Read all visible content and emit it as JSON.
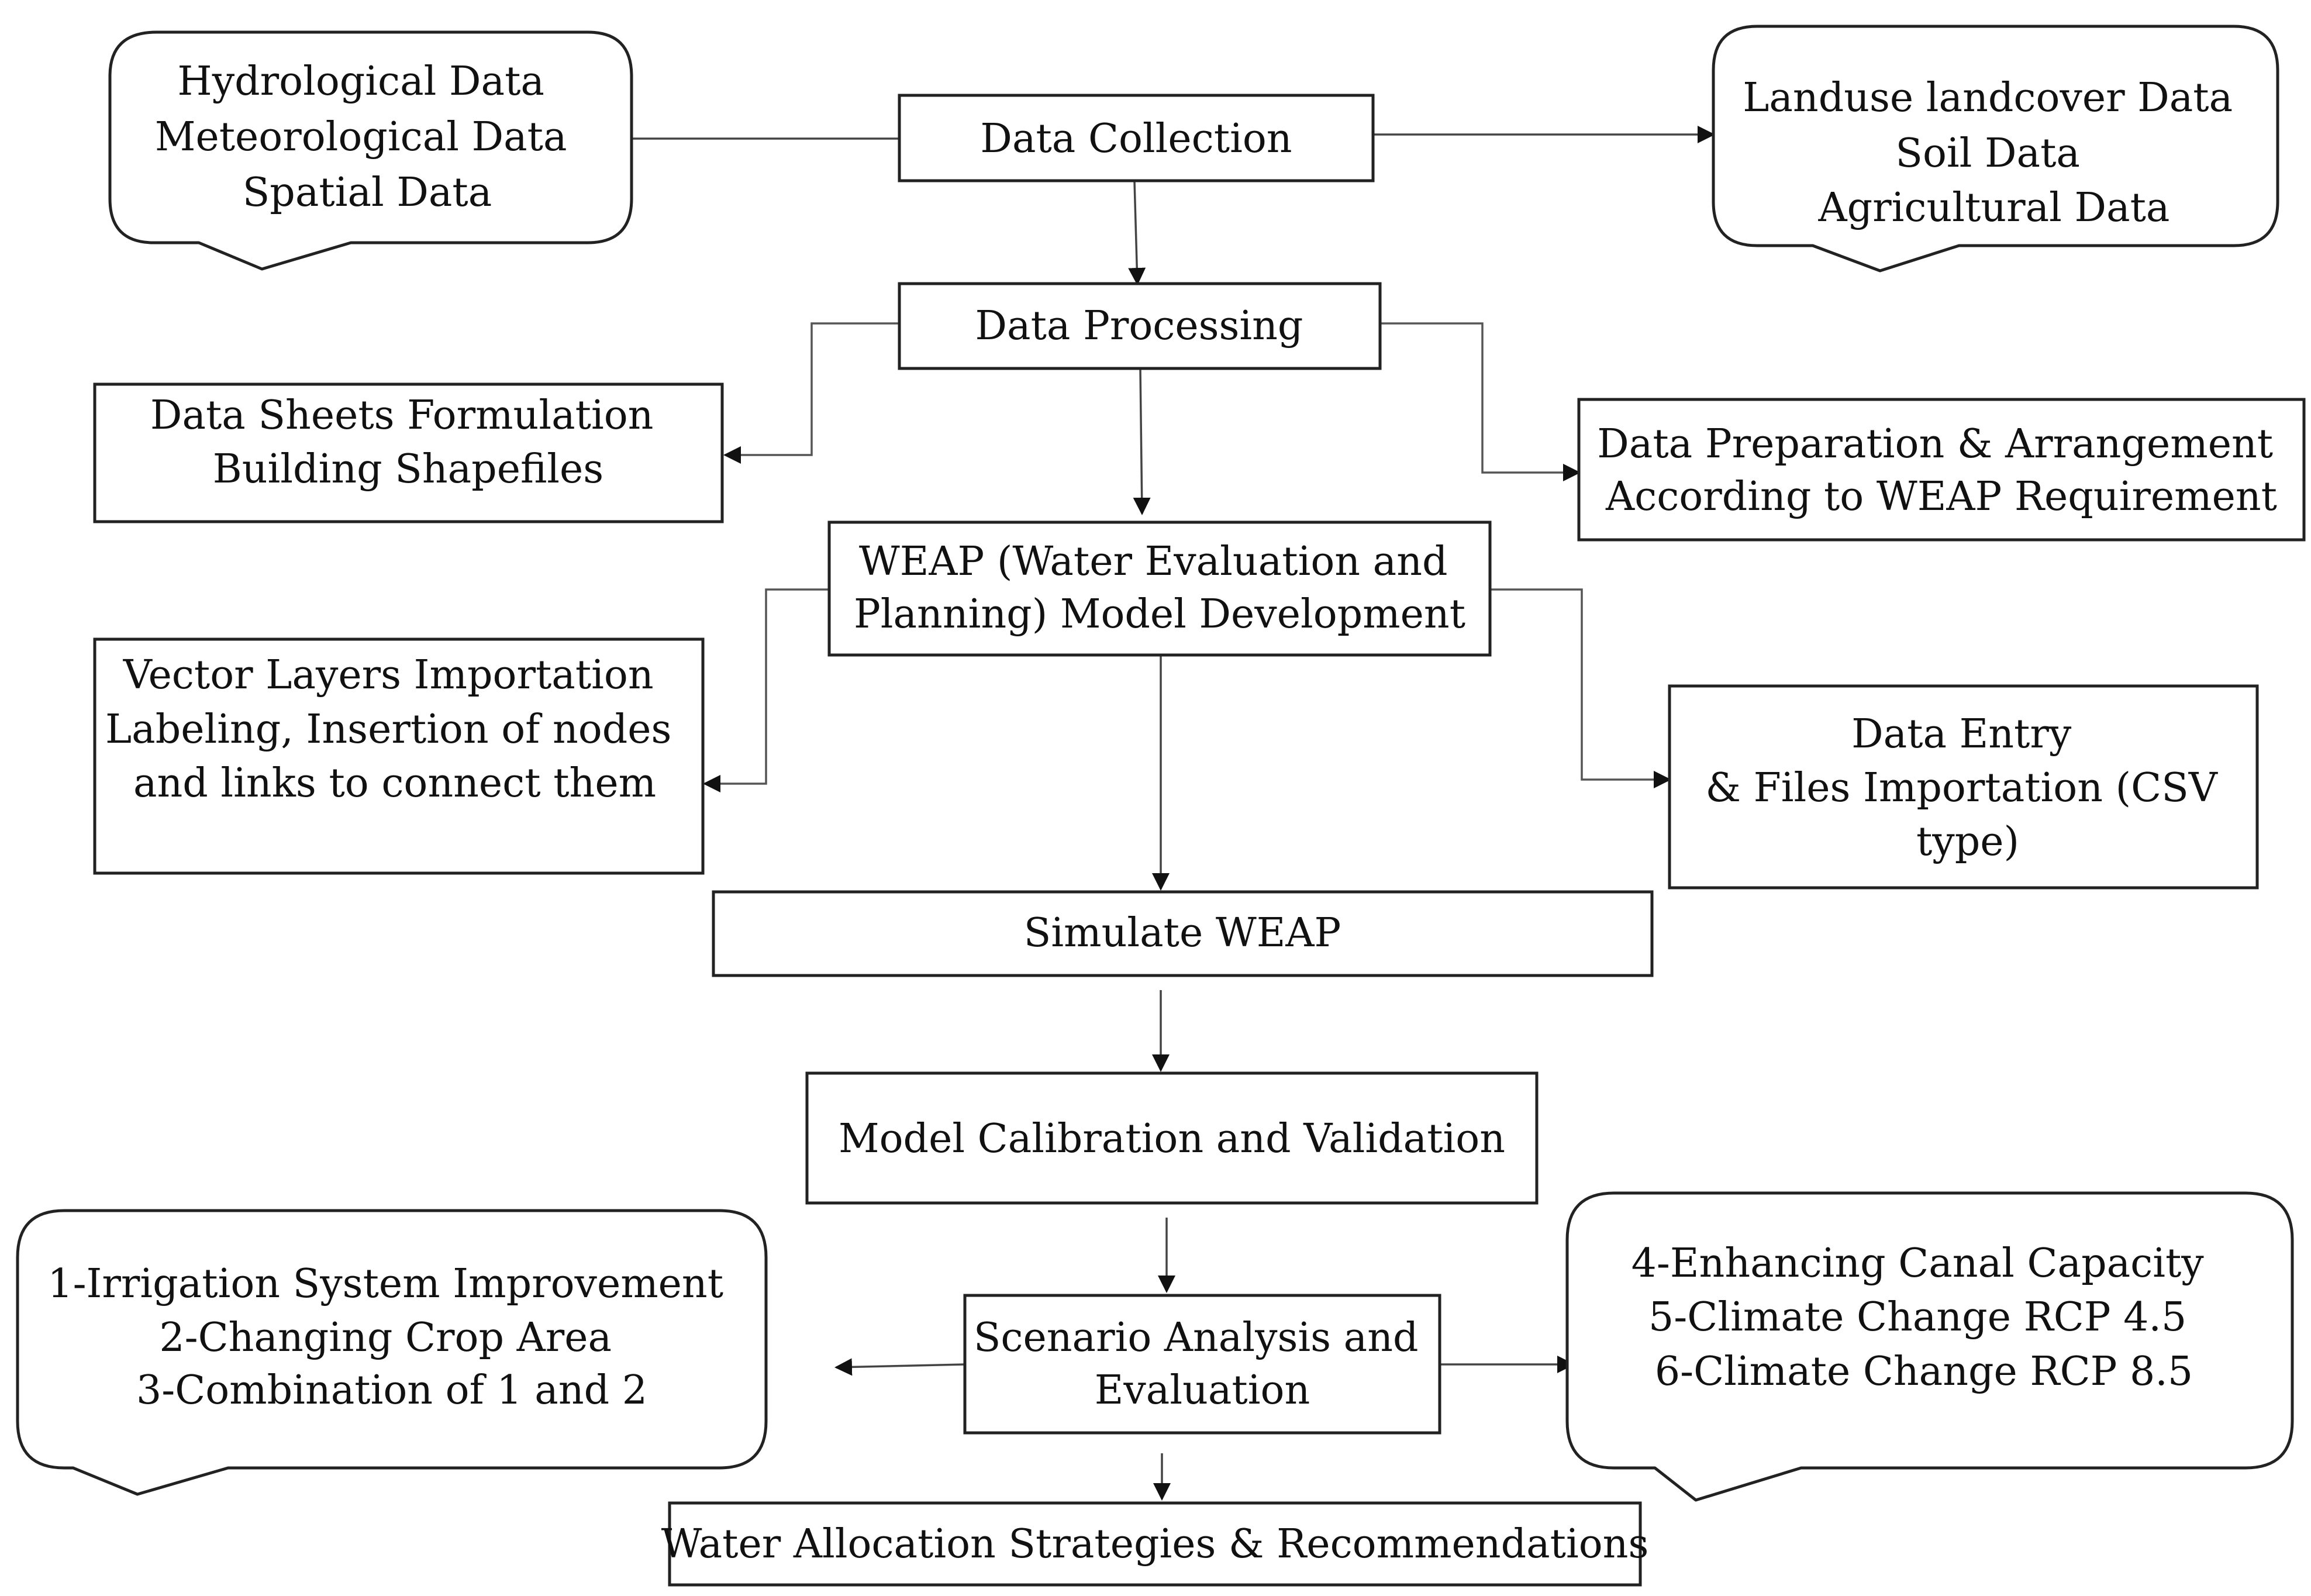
{
  "nodes": {
    "data_collection": {
      "lines": [
        "Data Collection"
      ]
    },
    "hydro_callout": {
      "lines": [
        "Hydrological Data",
        "Meteorological Data",
        "Spatial Data"
      ]
    },
    "landuse_callout": {
      "lines": [
        "Landuse landcover Data",
        "Soil Data",
        "Agricultural Data"
      ]
    },
    "data_processing": {
      "lines": [
        "Data Processing"
      ]
    },
    "datasheets": {
      "lines": [
        "Data Sheets Formulation",
        "Building Shapefiles"
      ]
    },
    "data_preparation": {
      "lines": [
        "Data Preparation & Arrangement",
        "According to WEAP Requirement"
      ]
    },
    "weap_dev": {
      "lines": [
        "WEAP (Water Evaluation and",
        "Planning) Model Development"
      ]
    },
    "vector_layers": {
      "lines": [
        "Vector Layers Importation",
        "Labeling, Insertion of nodes",
        "and links to connect them"
      ]
    },
    "data_entry": {
      "lines": [
        "Data Entry",
        "& Files Importation (CSV",
        "type)"
      ]
    },
    "simulate": {
      "lines": [
        "Simulate WEAP"
      ]
    },
    "calibration": {
      "lines": [
        "Model Calibration and Validation"
      ]
    },
    "scenario": {
      "lines": [
        "Scenario Analysis and",
        "Evaluation"
      ]
    },
    "scenarios_left": {
      "lines": [
        "1-Irrigation System Improvement",
        "2-Changing Crop Area",
        "3-Combination of 1 and 2"
      ]
    },
    "scenarios_right": {
      "lines": [
        "4-Enhancing Canal Capacity",
        "5-Climate Change RCP 4.5",
        "6-Climate Change RCP 8.5"
      ]
    },
    "water_allocation": {
      "lines": [
        "Water Allocation Strategies & Recommendations"
      ]
    }
  },
  "colors": {
    "stroke": "#222222",
    "connector": "#555555",
    "text": "#111111",
    "background": "#ffffff"
  }
}
